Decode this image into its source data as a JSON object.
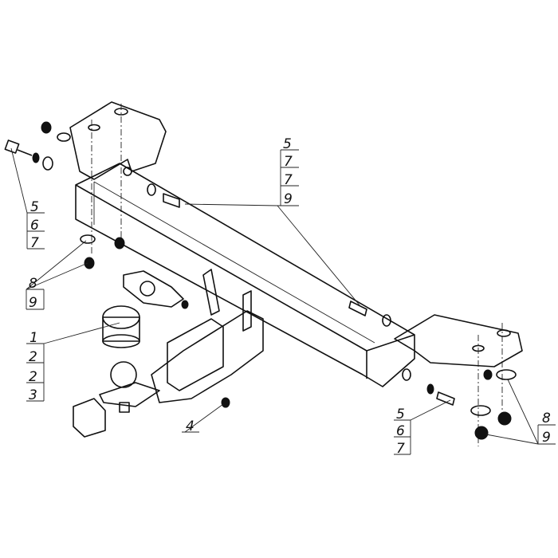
{
  "diagram": {
    "title": "Tow hitch exploded assembly",
    "callouts": [
      {
        "id": "top-center",
        "numbers": [
          "5",
          "7",
          "7",
          "9"
        ]
      },
      {
        "id": "left-bolt",
        "numbers": [
          "5",
          "6",
          "7"
        ]
      },
      {
        "id": "left-nuts",
        "numbers": [
          "8",
          "9"
        ]
      },
      {
        "id": "ball",
        "numbers": [
          "1",
          "2",
          "2",
          "3"
        ]
      },
      {
        "id": "socket-nut",
        "numbers": [
          "4"
        ]
      },
      {
        "id": "right-bolt",
        "numbers": [
          "5",
          "6",
          "7"
        ]
      },
      {
        "id": "right-nuts",
        "numbers": [
          "8",
          "9"
        ]
      }
    ]
  }
}
